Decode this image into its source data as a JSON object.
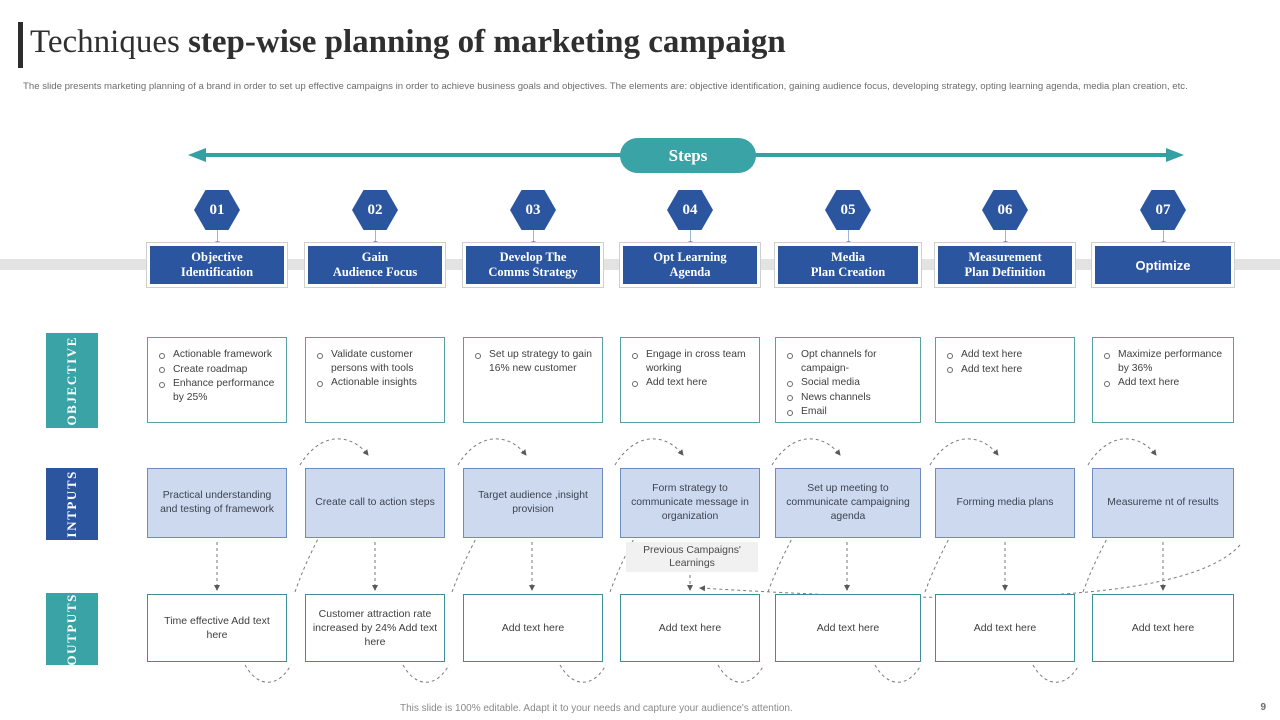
{
  "header": {
    "title_light": "Techniques ",
    "title_bold": "step-wise planning of marketing campaign",
    "subtitle": "The slide presents marketing planning of a brand in order to set up effective campaigns in order to achieve business goals and objectives. The elements are: objective identification, gaining audience focus, developing strategy, opting learning agenda, media plan creation, etc."
  },
  "axis": {
    "label": "Steps"
  },
  "row_labels": {
    "objective": "OBJECTIVE",
    "inputs": "INTPUTS",
    "outputs": "OUTPUTS"
  },
  "steps": [
    {
      "number": "01",
      "title": "Objective\nIdentification",
      "serif": true
    },
    {
      "number": "02",
      "title": "Gain\nAudience Focus",
      "serif": true
    },
    {
      "number": "03",
      "title": "Develop The\nComms Strategy",
      "serif": true
    },
    {
      "number": "04",
      "title": "Opt Learning\nAgenda",
      "serif": true
    },
    {
      "number": "05",
      "title": "Media\nPlan Creation",
      "serif": true
    },
    {
      "number": "06",
      "title": "Measurement\nPlan Definition",
      "serif": true
    },
    {
      "number": "07",
      "title": "Optimize",
      "serif": false
    }
  ],
  "objectives": [
    [
      "Actionable framework",
      "Create roadmap",
      "Enhance performance by 25%"
    ],
    [
      "Validate customer persons with tools",
      "Actionable insights"
    ],
    [
      "Set up strategy to gain 16% new customer"
    ],
    [
      "Engage in cross team working",
      "Add text here"
    ],
    [
      "Opt channels for campaign-",
      "Social media",
      "News channels",
      "Email"
    ],
    [
      "Add text here",
      "Add text here"
    ],
    [
      "Maximize performance by 36%",
      "Add text here"
    ]
  ],
  "inputs": [
    "Practical understanding and testing of framework",
    "Create call to action  steps",
    "Target audience ,insight provision",
    "Form strategy to communicate message in organization",
    "Set up meeting to communicate campaigning agenda",
    "Forming media plans",
    "Measureme nt of results"
  ],
  "outputs": [
    "Time effective Add text here",
    "Customer attraction rate increased by 24% Add text here",
    "Add text here",
    "Add text here",
    "Add text here",
    "Add text here",
    "Add text here"
  ],
  "callout": {
    "text": "Previous Campaigns' Learnings"
  },
  "footer": {
    "note": "This slide is 100% editable. Adapt it to your needs and capture your audience's attention.",
    "page": "9"
  },
  "colors": {
    "teal": "#3aa3a5",
    "blue": "#2b569f",
    "light_blue": "#ccd9ef",
    "rail_gray": "#e3e3e3"
  }
}
